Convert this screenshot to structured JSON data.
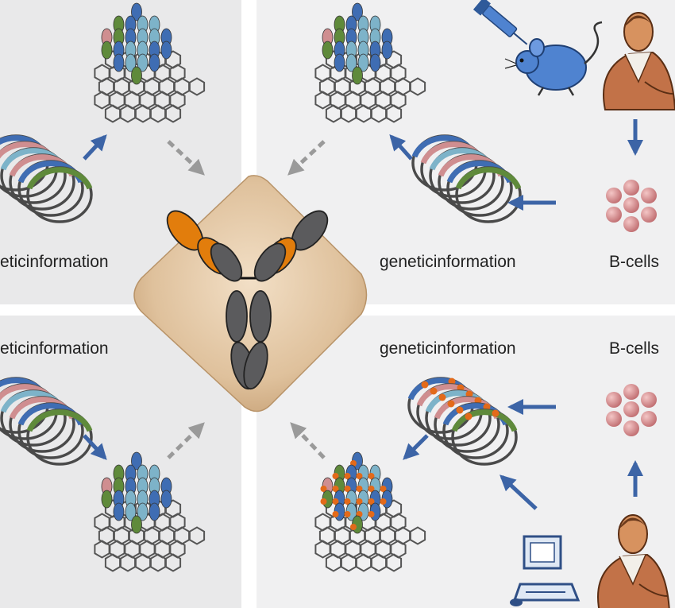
{
  "labels": {
    "genetic_tl": "eticinformation",
    "genetic_tr": "geneticinformation",
    "bcells_tr": "B-cells",
    "genetic_bl": "eticinformation",
    "genetic_br": "geneticinformation",
    "bcells_br": "B-cells"
  },
  "colors": {
    "arrow_blue": "#3c64a6",
    "arrow_gray": "#9a9a9a",
    "hex_outline": "#555555",
    "bead_blue": "#3f6db3",
    "bead_pink": "#cf8e90",
    "bead_teal": "#7db3c9",
    "bead_green": "#5f8a3b",
    "bead_orange": "#e36a1a",
    "antibody_gray": "#5b5b5d",
    "antibody_orange": "#e27d0c",
    "diamond_fill": "#e3c7a3",
    "bcell_pink": "#d88587",
    "mouse_blue": "#4f83d0",
    "person_brown": "#c27248"
  },
  "icons": [
    "hexagon-grid-icon",
    "beads-icon",
    "plasmid-rings-icon",
    "antibody-icon",
    "mouse-icon",
    "syringe-icon",
    "scientist-icon",
    "b-cell-cluster-icon",
    "computer-icon"
  ]
}
